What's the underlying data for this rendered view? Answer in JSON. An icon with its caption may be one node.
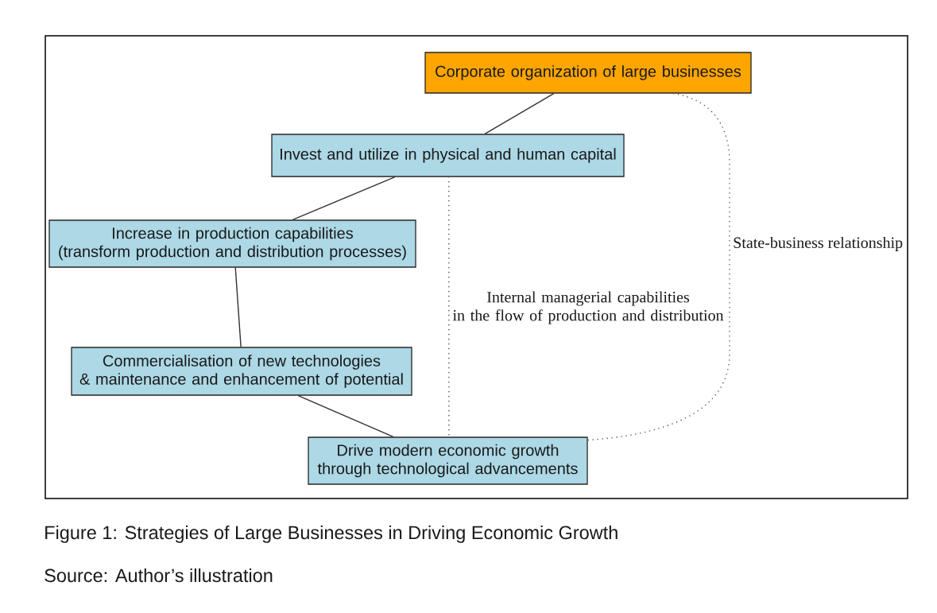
{
  "diagram": {
    "caption": "Figure 1: Strategies of Large Businesses in Driving Economic Growth",
    "nodes": [
      {
        "text": [
          "Corporate organization of large businesses"
        ]
      },
      {
        "text": [
          "Invest and utilize in physical and human capital"
        ]
      },
      {
        "text": [
          "Increase in production capabilities (transform production and distribution processes)"
        ]
      },
      {
        "text": [
          "Commercialisation of new technologies & maintenance and enhancement of potential"
        ]
      },
      {
        "text": [
          "Drive modern economic growth through technological advancements"
        ]
      }
    ],
    "edges": [
      {
        "from": 0,
        "to": 1,
        "arrow": "none"
      },
      {
        "from": 1,
        "to": 2,
        "arrow": "none"
      },
      {
        "from": 2,
        "to": 3,
        "arrow": "none"
      },
      {
        "from": 3,
        "to": 4,
        "arrow": "none"
      },
      {
        "from": 1,
        "to": 4,
        "arrow": "none",
        "style": "dashed",
        "label": "Internal managerial capabilities in the flow of production and distribution"
      },
      {
        "from": 0,
        "to": 4,
        "arrow": "none",
        "style": "dashed",
        "label": "State-business relationship"
      }
    ],
    "labels": [
      "Source: Author’s illustration"
    ]
  }
}
